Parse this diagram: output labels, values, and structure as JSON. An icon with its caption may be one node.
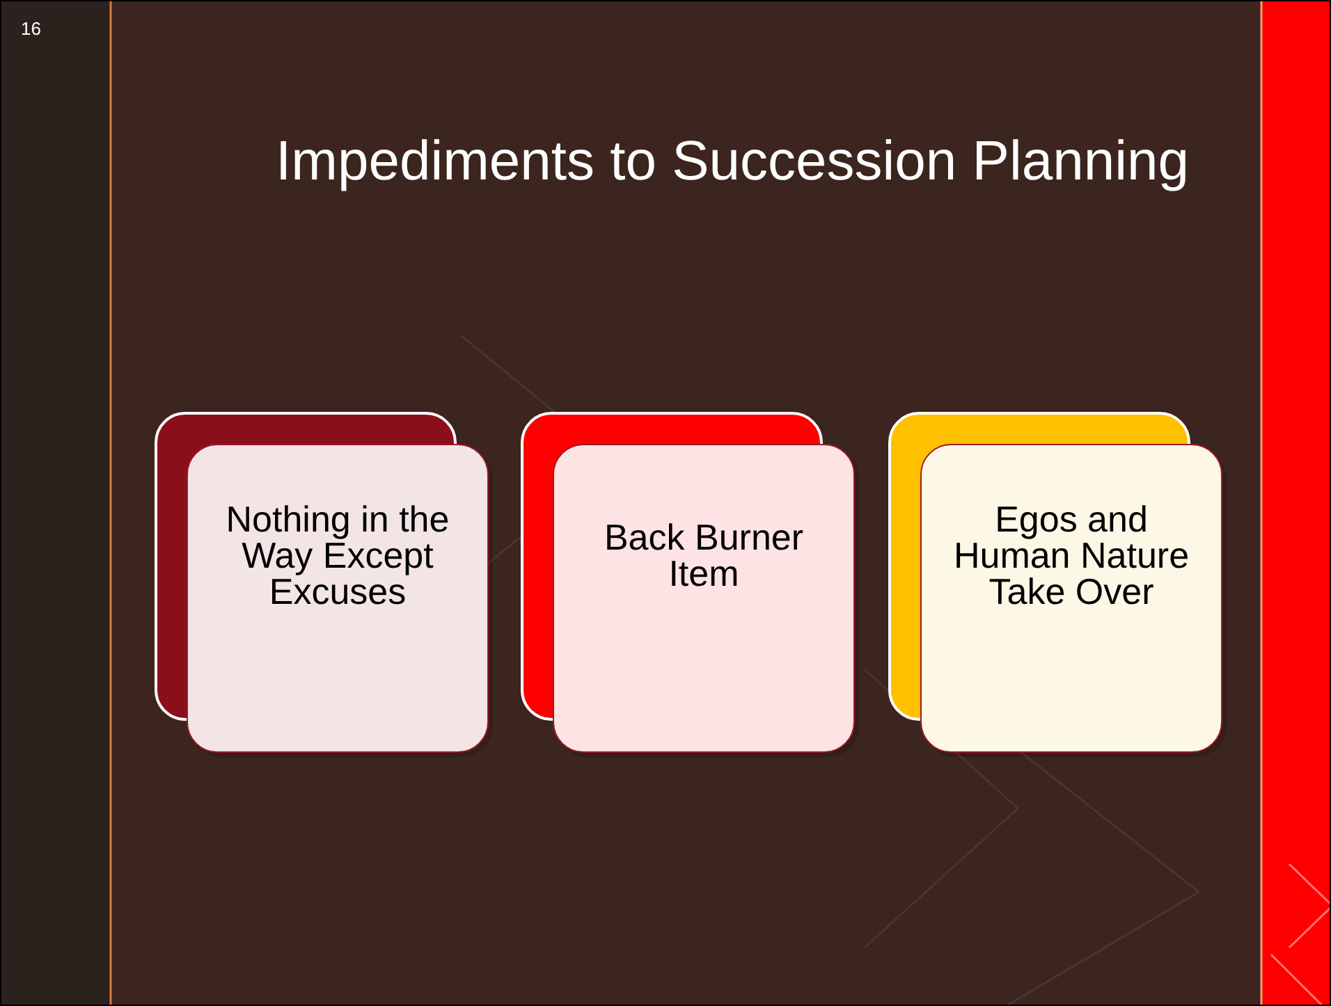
{
  "diagram": {
    "title": "Impediments to Succession Planning",
    "nodes": [
      {
        "text": [
          "Nothing in the Way Except Excuses"
        ]
      },
      {
        "text": [
          "Back Burner Item"
        ]
      },
      {
        "text": [
          "Egos and Human Nature Take Over"
        ]
      }
    ],
    "labels": [
      "16"
    ]
  }
}
